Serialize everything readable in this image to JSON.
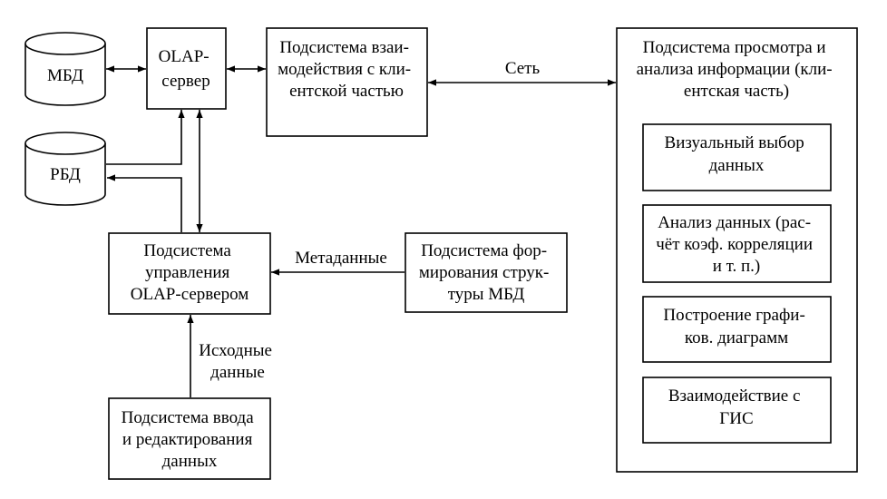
{
  "colors": {
    "stroke": "#000000",
    "background": "#ffffff"
  },
  "nodes": {
    "mbd": {
      "label": "МБД"
    },
    "rbd": {
      "label": "РБД"
    },
    "olap_server": {
      "lines": [
        "OLAP-",
        "сервер"
      ]
    },
    "client_interaction": {
      "lines": [
        "Подсистема взаи-",
        "модействия с кли-",
        "ентской частью"
      ]
    },
    "client_part": {
      "lines": [
        "Подсистема просмотра и",
        "анализа информации (кли-",
        "ентская часть)"
      ],
      "children": {
        "visual_selection": {
          "lines": [
            "Визуальный выбор",
            "данных"
          ]
        },
        "data_analysis": {
          "lines": [
            "Анализ данных (рас-",
            "чёт коэф. корреляции",
            "и т. п.)"
          ]
        },
        "charts": {
          "lines": [
            "Построение графи-",
            "ков. диаграмм"
          ]
        },
        "gis": {
          "lines": [
            "Взаимодействие с",
            "ГИС"
          ]
        }
      }
    },
    "olap_management": {
      "lines": [
        "Подсистема",
        "управления",
        "OLAP-сервером"
      ]
    },
    "structure_forming": {
      "lines": [
        "Подсистема фор-",
        "мирования струк-",
        "туры МБД"
      ]
    },
    "data_input": {
      "lines": [
        "Подсистема ввода",
        "и редактирования",
        "данных"
      ]
    }
  },
  "edges": {
    "network": {
      "label": "Сеть"
    },
    "metadata": {
      "label": "Метаданные"
    },
    "source_data": {
      "lines": [
        "Исходные",
        "данные"
      ]
    }
  }
}
